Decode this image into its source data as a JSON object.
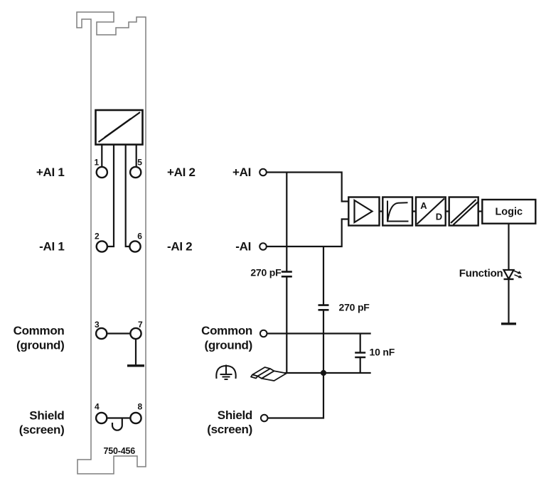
{
  "colors": {
    "background": "#ffffff",
    "wire": "#141414",
    "module_outline": "#7e7e7e"
  },
  "module": {
    "part_number": "750-456",
    "pin_numbers": [
      "1",
      "2",
      "3",
      "4",
      "5",
      "6",
      "7",
      "8"
    ],
    "labels": {
      "ai1_plus": "+AI 1",
      "ai1_minus": "-AI 1",
      "ai2_plus": "+AI 2",
      "ai2_minus": "-AI 2",
      "common_line1": "Common",
      "common_line2": "(ground)",
      "shield_line1": "Shield",
      "shield_line2": "(screen)"
    }
  },
  "schematic": {
    "terminals": {
      "ai_plus": "+AI",
      "ai_minus": "-AI",
      "common_line1": "Common",
      "common_line2": "(ground)",
      "shield_line1": "Shield",
      "shield_line2": "(screen)"
    },
    "capacitors": {
      "c1": "270 pF",
      "c2": "270 pF",
      "c3": "10 nF"
    },
    "adc": {
      "top": "A",
      "bottom": "D"
    },
    "logic_label": "Logic",
    "led_label": "Function"
  }
}
